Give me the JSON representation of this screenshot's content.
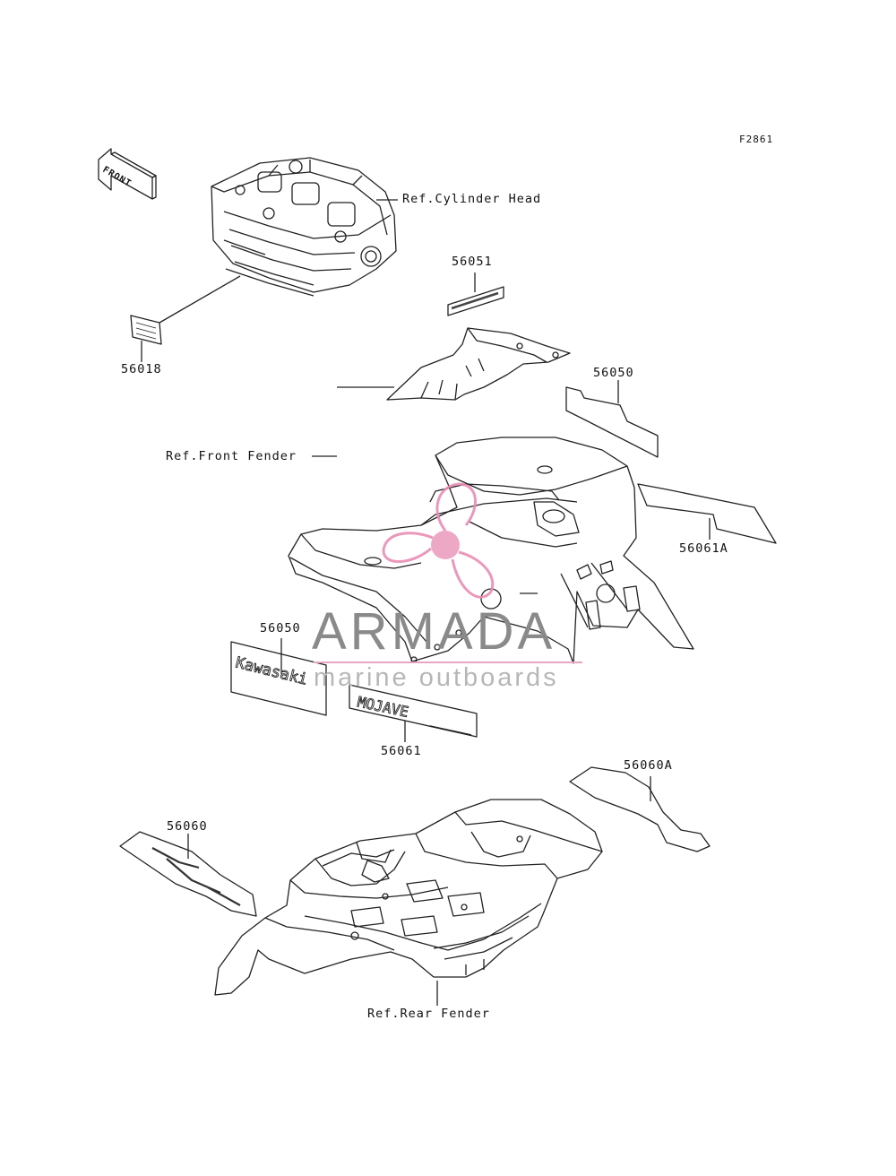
{
  "diagram": {
    "figure_code": "F2861",
    "labels": {
      "front_arrow": "FRONT",
      "ref_cylinder_head": "Ref.Cylinder Head",
      "ref_front_fender": "Ref.Front Fender",
      "ref_rear_fender": "Ref.Rear Fender"
    },
    "part_numbers": {
      "p56051": "56051",
      "p56018": "56018",
      "p56050_upper": "56050",
      "p56061A": "56061A",
      "p56050_lower": "56050",
      "p56061": "56061",
      "p56060A": "56060A",
      "p56060": "56060"
    },
    "decal_text": {
      "kawasaki": "Kawasaki",
      "mojave": "MOJAVE"
    }
  },
  "watermark": {
    "name": "ARMADA",
    "tagline": "marine outboards",
    "accent_color": "#e88db4",
    "text_color": "#8a8a8a"
  }
}
